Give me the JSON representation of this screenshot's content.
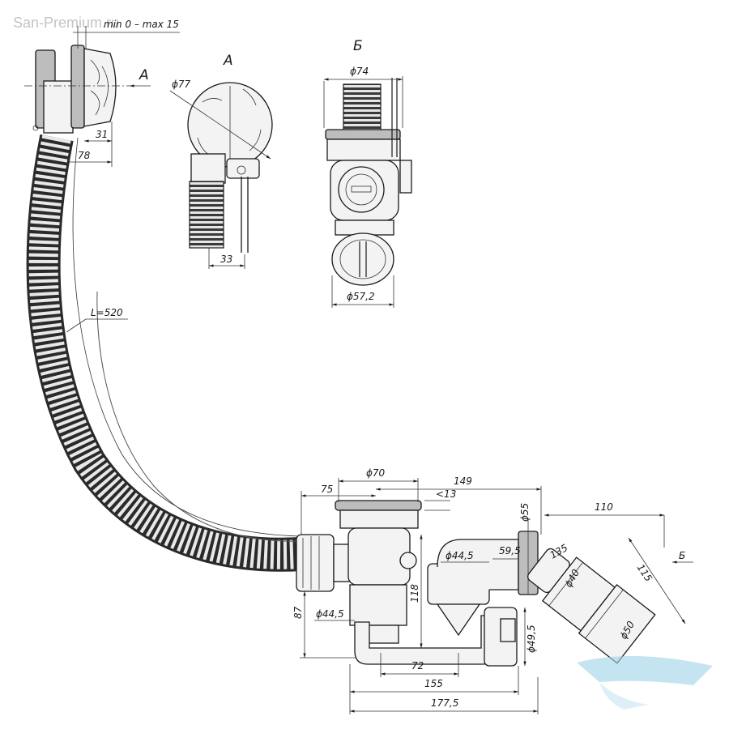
{
  "watermark": "San-Premium.ru",
  "views": {
    "a": "А",
    "b": "Б"
  },
  "overflow": {
    "adjust": "min 0 – max 15",
    "d31": "31",
    "d78": "78",
    "arrow_a": "А"
  },
  "hose": {
    "length": "L=520"
  },
  "view_a": {
    "diameter": "ϕ77",
    "d33": "33"
  },
  "view_b": {
    "top_diameter": "ϕ74",
    "bottom_diameter": "ϕ57,2"
  },
  "trap": {
    "d75": "75",
    "d70": "ϕ70",
    "d149": "149",
    "d13": "<13",
    "d55": "ϕ55",
    "d110": "110",
    "d115": "115",
    "d135": "135",
    "d40": "ϕ40",
    "d50": "ϕ50",
    "d445a": "ϕ44,5",
    "d595": "59,5",
    "d118": "118",
    "d87": "87",
    "d445b": "ϕ44,5",
    "d495": "ϕ49,5",
    "d72": "72",
    "d155": "155",
    "d1775": "177,5",
    "arrow_b": "Б"
  },
  "colors": {
    "line": "#1a1a1a",
    "watermark": "#c4c4c4",
    "logo": "#9fd3e8"
  }
}
